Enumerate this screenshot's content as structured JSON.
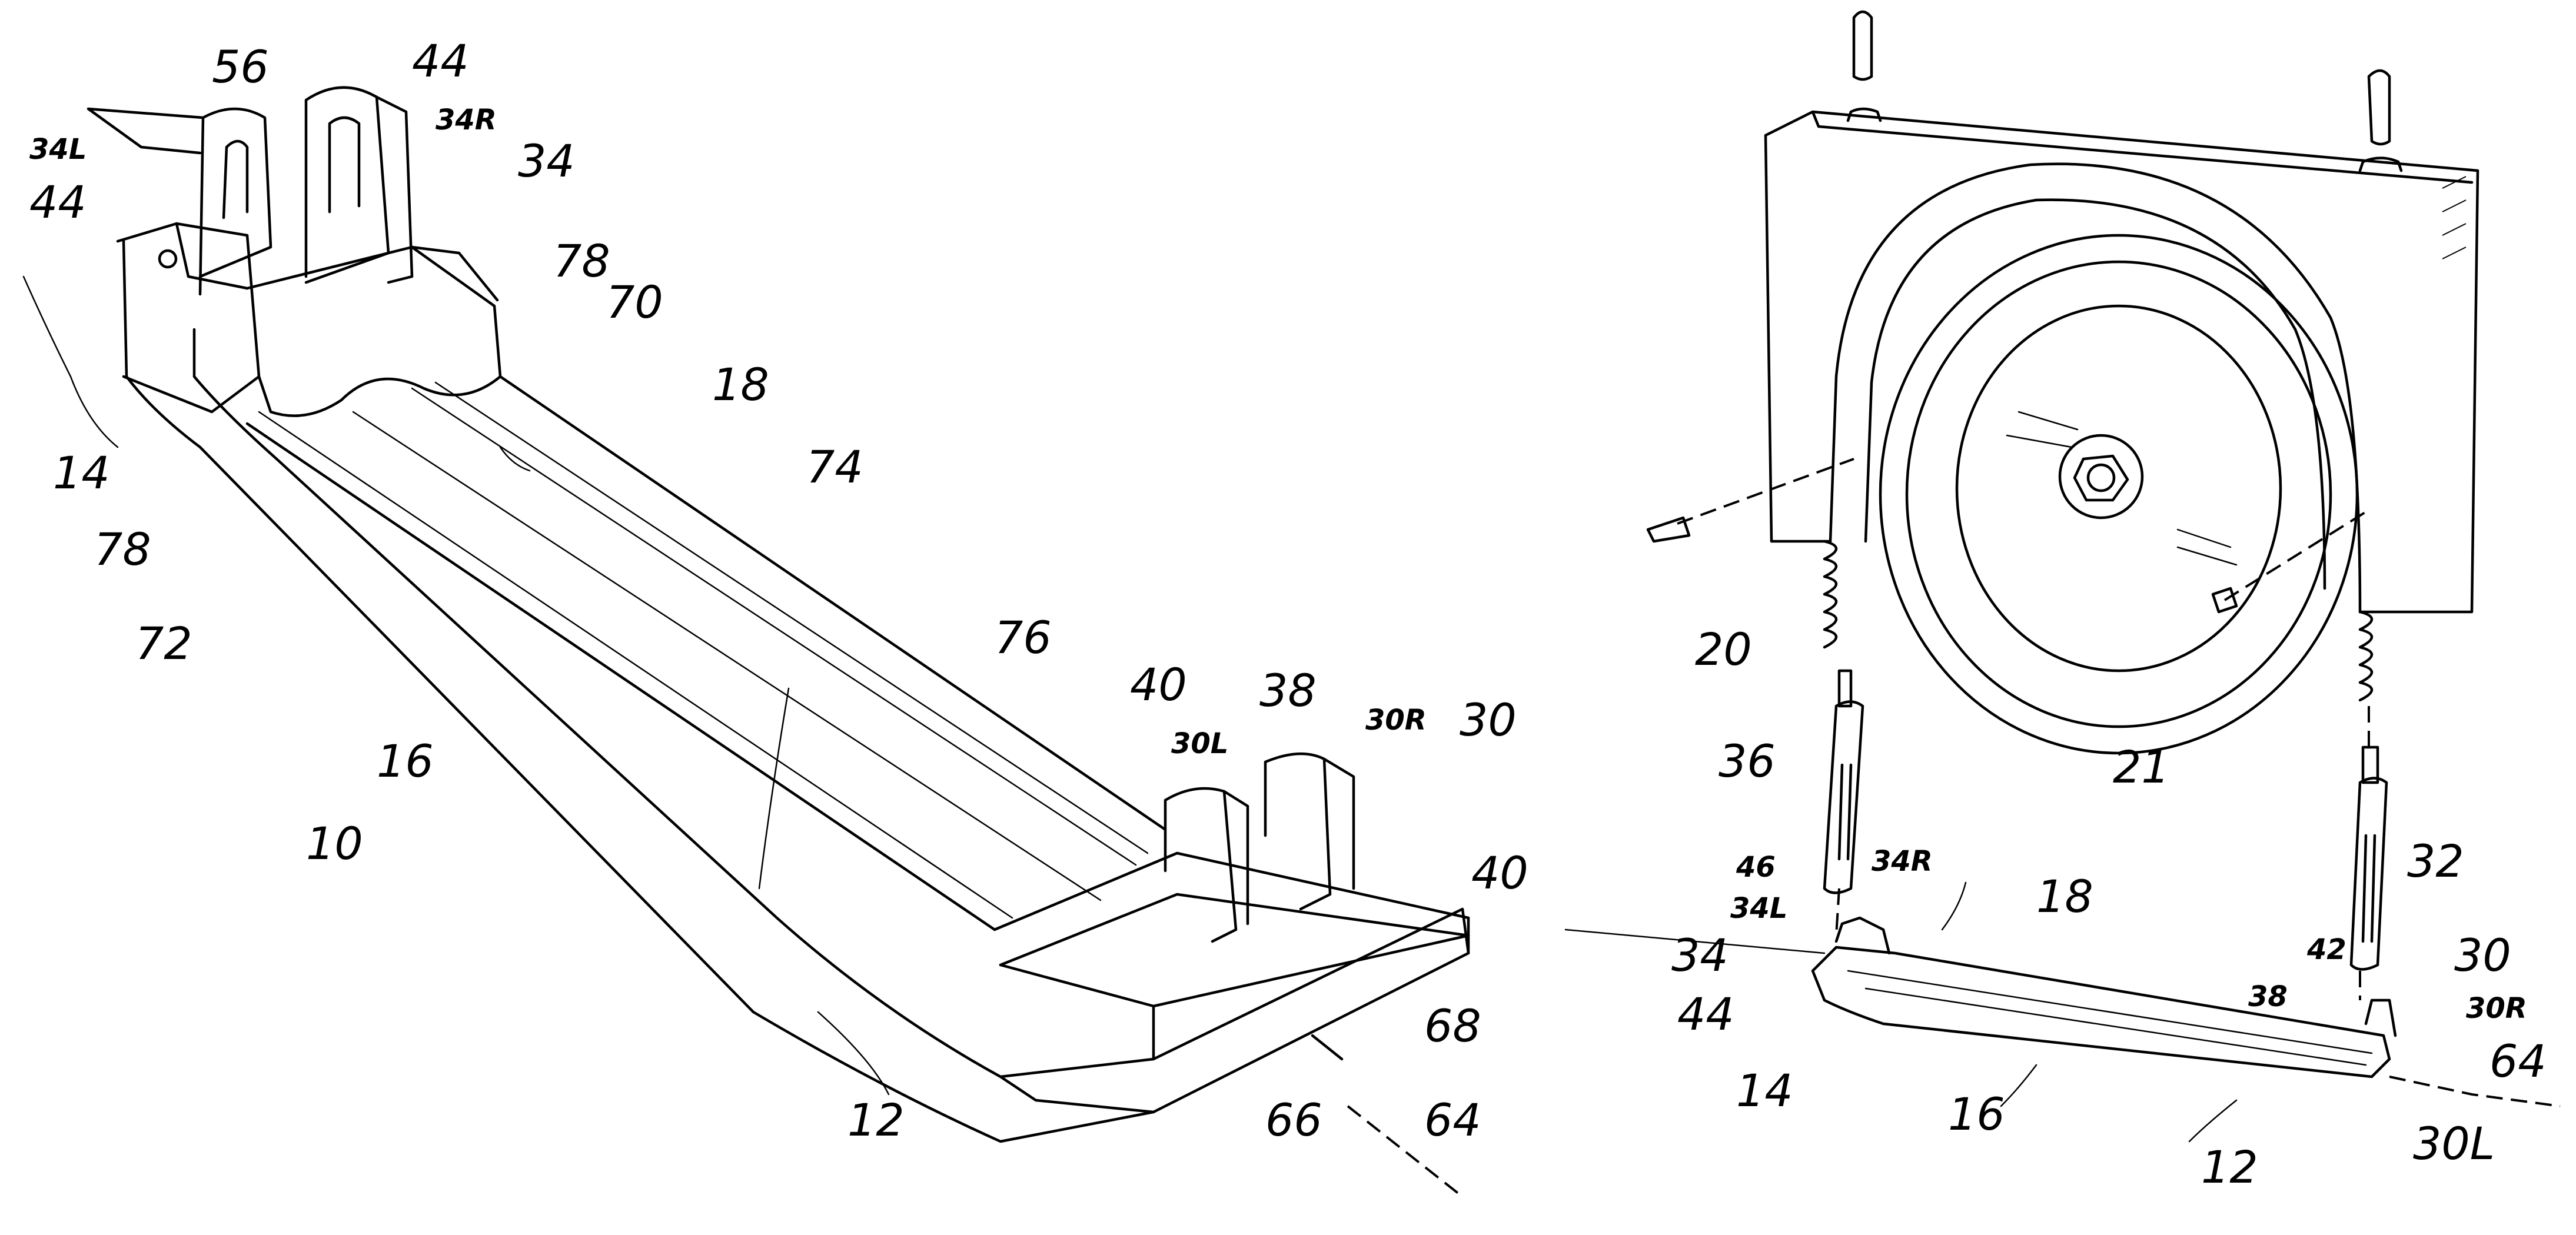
{
  "figure_left": {
    "labels": {
      "l56": "56",
      "l44a": "44",
      "l34L": "34L",
      "l34R": "34R",
      "l34": "34",
      "l44b": "44",
      "l78a": "78",
      "l70": "70",
      "l18": "18",
      "l14": "14",
      "l78b": "78",
      "l74": "74",
      "l72": "72",
      "l76": "76",
      "l40a": "40",
      "l30L": "30L",
      "l38": "38",
      "l30R": "30R",
      "l30": "30",
      "l16": "16",
      "l40b": "40",
      "l10": "10",
      "l68": "68",
      "l12": "12",
      "l66": "66",
      "l64": "64"
    }
  },
  "figure_right": {
    "labels": {
      "l20": "20",
      "l36": "36",
      "l21": "21",
      "l46": "46",
      "l34R": "34R",
      "l18": "18",
      "l34L": "34L",
      "l34": "34",
      "l32": "32",
      "l42": "42",
      "l30": "30",
      "l44": "44",
      "l38": "38",
      "l30R": "30R",
      "l14": "14",
      "l64": "64",
      "l16": "16",
      "l12": "12",
      "l30L": "30L"
    }
  }
}
